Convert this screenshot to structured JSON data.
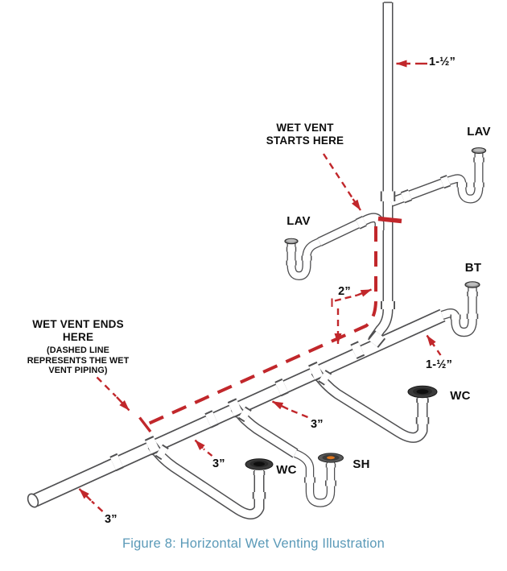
{
  "figure": {
    "caption": "Figure 8: Horizontal Wet Venting Illustration"
  },
  "callouts": {
    "start": {
      "line1": "WET VENT",
      "line2": "STARTS HERE"
    },
    "end": {
      "line1": "WET VENT ENDS",
      "line2": "HERE",
      "note1": "(DASHED LINE",
      "note2": "REPRESENTS THE WET",
      "note3": "VENT PIPING)"
    }
  },
  "fixture_labels": {
    "lav_right": "LAV",
    "lav_left": "LAV",
    "bt": "BT",
    "wc_right": "WC",
    "wc_left": "WC",
    "sh": "SH"
  },
  "pipe_sizes": {
    "vent_top": "1-½”",
    "vent_branch": "2”",
    "bt_arm": "1-½”",
    "drain_a": "3”",
    "drain_b": "3”",
    "drain_c": "3”"
  },
  "colors": {
    "annotation_red": "#c1272b",
    "pipe_outline": "#4f4f51",
    "caption_blue": "#5b9ab8",
    "shower_drain_orange": "#e0761d"
  }
}
